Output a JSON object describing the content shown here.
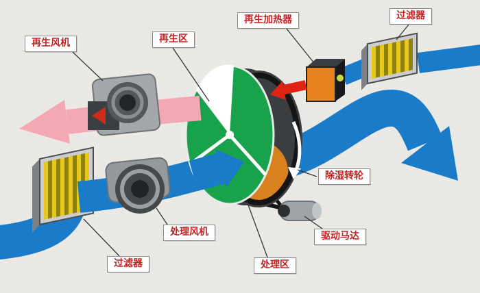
{
  "diagram": {
    "background": "#eae9e5",
    "colors": {
      "blue": "#1a7cc9",
      "pink": "#f2a9b4",
      "red": "#e02413",
      "green": "#17a24b",
      "heater_orange": "#e8831d",
      "wheel_orange": "#d8821f",
      "filter_yellow": "#e8c919",
      "filter_yellow_dark": "#8f8110",
      "metal_gray": "#a4a8ab",
      "dark_gray": "#3b3e40",
      "label_text": "#c22222"
    },
    "labels": {
      "regen_fan": "再生风机",
      "regen_zone": "再生区",
      "regen_heater": "再生加热器",
      "filter_top": "过滤器",
      "dehumidifier_wheel": "除湿转轮",
      "drive_motor": "驱动马达",
      "process_fan": "处理风机",
      "process_zone": "处理区",
      "filter_bottom": "过滤器"
    }
  }
}
